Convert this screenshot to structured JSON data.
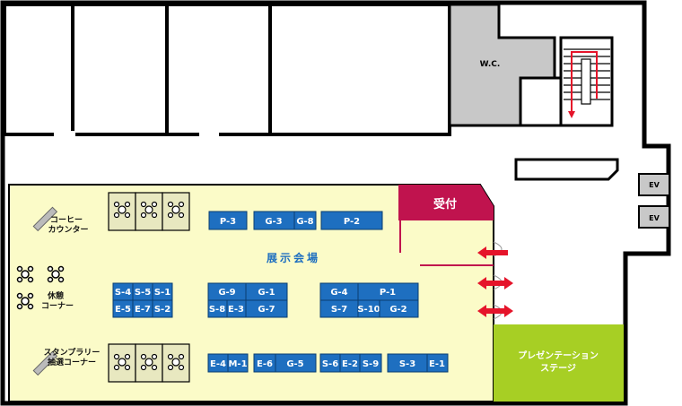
{
  "rooms": {
    "wc_label": "W.C.",
    "ev_labels": [
      "EV",
      "EV"
    ],
    "reception_label": "受付",
    "hall_label": "展示会場",
    "stage_label_line1": "プレゼンテーション",
    "stage_label_line2": "ステージ"
  },
  "corners": {
    "coffee_line1": "コーヒー",
    "coffee_line2": "カウンター",
    "rest_line1": "休憩",
    "rest_line2": "コーナー",
    "stamp_line1": "スタンプラリー",
    "stamp_line2": "抽選コーナー"
  },
  "booths": {
    "top": [
      "P-3",
      "G-3",
      "G-8",
      "P-2"
    ],
    "mid_left_row1": [
      "S-4",
      "S-5",
      "S-1"
    ],
    "mid_left_row2": [
      "E-5",
      "E-7",
      "S-2"
    ],
    "mid_center_row1": [
      "G-9",
      "G-1"
    ],
    "mid_center_row2": [
      "S-8",
      "E-3",
      "G-7"
    ],
    "mid_right_row1": [
      "G-4",
      "P-1"
    ],
    "mid_right_row2": [
      "S-7",
      "S-10",
      "G-2"
    ],
    "bottom": [
      "E-4",
      "M-1",
      "E-6",
      "G-5",
      "S-6",
      "E-2",
      "S-9",
      "S-3",
      "E-1"
    ]
  },
  "colors": {
    "hall": "#fbfbc8",
    "booth": "#1e6fc0",
    "reception": "#c0134e",
    "stage": "#a7cf24",
    "wc": "#c8c8c8",
    "arrow": "#e5142a"
  }
}
